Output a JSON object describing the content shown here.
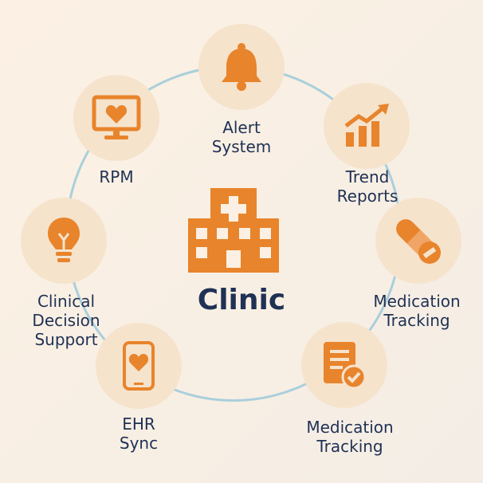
{
  "center": {
    "title": "Clinic",
    "icon": "hospital-icon"
  },
  "nodes": [
    {
      "id": "alert",
      "label": "Alert\nSystem",
      "icon": "bell-icon"
    },
    {
      "id": "trend",
      "label": "Trend\nReports",
      "icon": "trend-chart-icon"
    },
    {
      "id": "medication-1",
      "label": "Medication\nTracking",
      "icon": "pill-icon"
    },
    {
      "id": "medication-2",
      "label": "Medication\nTracking",
      "icon": "document-check-icon"
    },
    {
      "id": "ehr",
      "label": "EHR\nSync",
      "icon": "phone-heart-icon"
    },
    {
      "id": "cds",
      "label": "Clinical\nDecision\nSupport",
      "icon": "lightbulb-icon"
    },
    {
      "id": "rpm",
      "label": "RPM",
      "icon": "monitor-heart-icon"
    }
  ],
  "colors": {
    "accent": "#e8842c",
    "circle": "#f6e3cc",
    "ring": "#a9cfdc",
    "text": "#1f3154"
  }
}
